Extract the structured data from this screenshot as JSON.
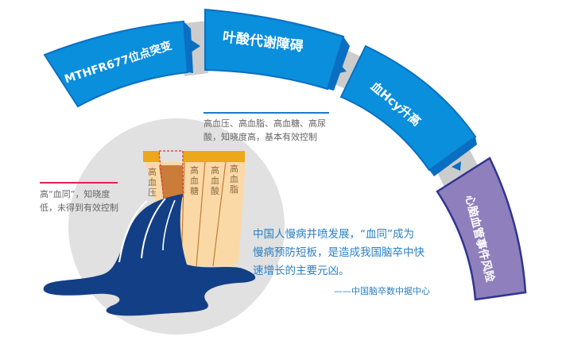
{
  "flow": {
    "steps": [
      {
        "label": "MTHFR677位点突变",
        "color": "#0a8fdc"
      },
      {
        "label": "叶酸代谢障碍",
        "color": "#0a8fdc"
      },
      {
        "label": "血Hcy升高",
        "color": "#0a8fdc"
      },
      {
        "label": "心脑血管事件风险",
        "color": "#8f7fbc"
      }
    ],
    "connector_color": "#cccccc",
    "arrow_color": "#0a6fc2"
  },
  "barrel": {
    "staves": [
      "高血压",
      "高血糖",
      "高血酸",
      "高血脂"
    ],
    "rim_color": "#eca71a",
    "stave_color": "#fad9a6",
    "short_stave_color": "#c97d39",
    "water_color": "#133f86",
    "circle_color": "#e1e1e1"
  },
  "notes": {
    "right_note": "高血压、高血脂、高血糖、高尿酸，知晓度高，基本有效控制",
    "right_note_line1": "高血压、高血脂、高血糖、高尿",
    "right_note_line2": "酸，知晓度高，基本有效控制",
    "left_note_line1": "高“血同”，知晓度",
    "left_note_line2": "低，未得到有效控制",
    "right_rule_color": "#1a7cc7",
    "left_rule_color": "#d8274a"
  },
  "quote": {
    "line1": "中国人慢病井喷发展，“血同”成为",
    "line2": "慢病预防短板，是造成我国脑卒中快",
    "line3": "速增长的主要元凶。",
    "source": "——中国脑卒数中据中心"
  }
}
